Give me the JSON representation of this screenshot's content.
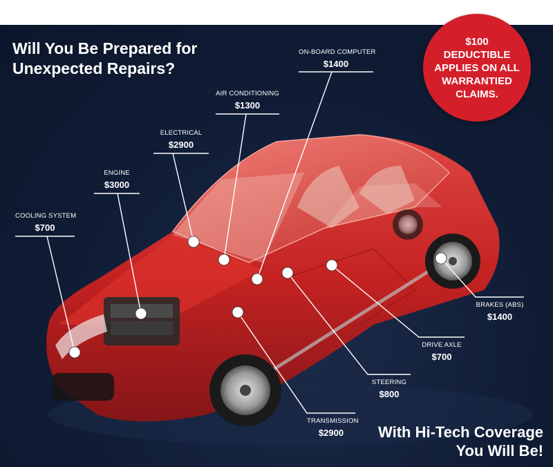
{
  "headline": {
    "line1": "Will You Be Prepared for",
    "line2": "Unexpected Repairs?"
  },
  "badge": {
    "lines": [
      "$100",
      "DEDUCTIBLE",
      "APPLIES ON ALL",
      "WARRANTIED",
      "CLAIMS."
    ],
    "color": "#d41f2b"
  },
  "tagline": {
    "line1": "With Hi-Tech Coverage",
    "line2": "You Will Be!"
  },
  "callouts": [
    {
      "name": "ON-BOARD COMPUTER",
      "price": "$1400"
    },
    {
      "name": "AIR CONDITIONING",
      "price": "$1300"
    },
    {
      "name": "ELECTRICAL",
      "price": "$2900"
    },
    {
      "name": "ENGINE",
      "price": "$3000"
    },
    {
      "name": "COOLING SYSTEM",
      "price": "$700"
    },
    {
      "name": "BRAKES (ABS)",
      "price": "$1400"
    },
    {
      "name": "DRIVE AXLE",
      "price": "$700"
    },
    {
      "name": "STEERING",
      "price": "$800"
    },
    {
      "name": "TRANSMISSION",
      "price": "$2900"
    }
  ],
  "colors": {
    "background": "#0f1a30",
    "car_body": "#d92a2a",
    "accent": "#d41f2b"
  },
  "illustration": "car-cutaway-illustration"
}
